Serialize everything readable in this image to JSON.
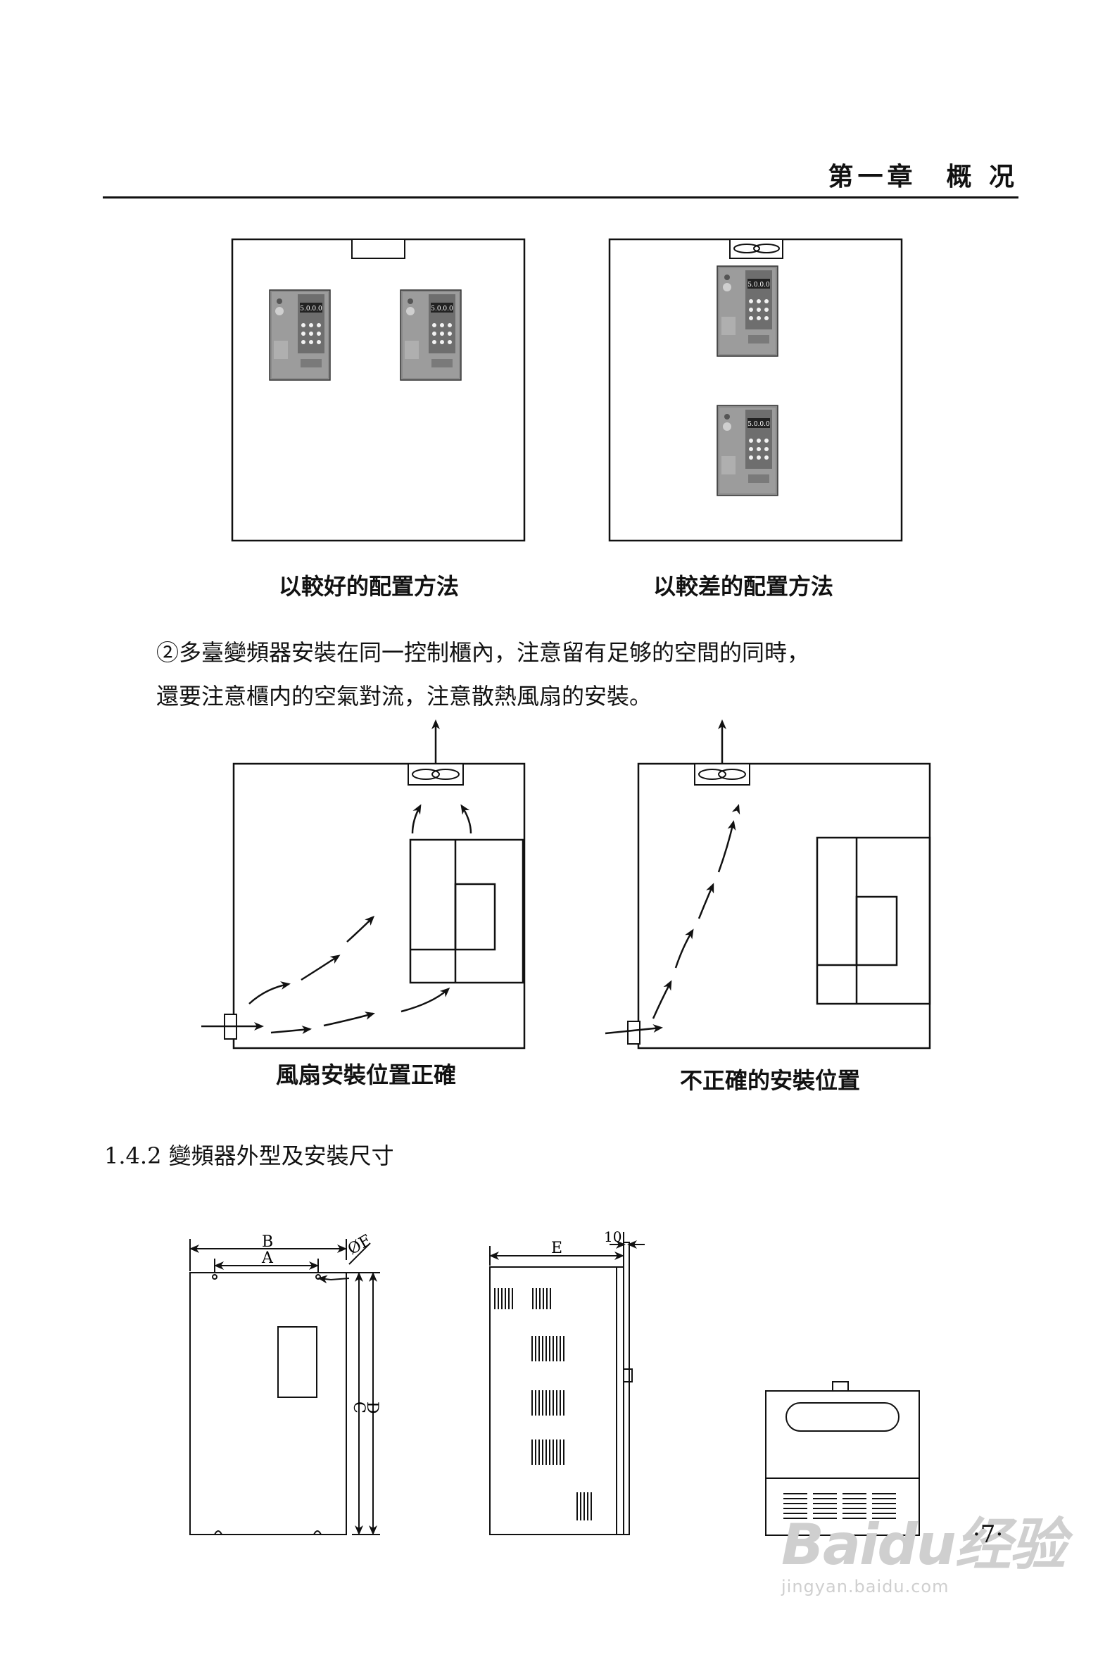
{
  "header": {
    "chapter": "第一章　概 况"
  },
  "figure1": {
    "left_caption": "以較好的配置方法",
    "right_caption": "以較差的配置方法",
    "inverter_display": "5.0.0.0"
  },
  "paragraph": {
    "line1": "②多臺變頻器安裝在同一控制櫃內，注意留有足够的空間的同時，",
    "line2": "還要注意櫃内的空氣對流，注意散熱風扇的安裝。"
  },
  "figure2": {
    "left_caption": "風扇安裝位置正確",
    "right_caption": "不正確的安裝位置"
  },
  "section": {
    "title": "1.4.2  變頻器外型及安裝尺寸"
  },
  "dims": {
    "B": "B",
    "A": "A",
    "F": "ØF",
    "C": "C",
    "D": "D",
    "E": "E",
    "ten": "10"
  },
  "page": {
    "number": "·7·"
  },
  "watermark": {
    "logo": "Baidu经验",
    "url": "jingyan.baidu.com"
  }
}
